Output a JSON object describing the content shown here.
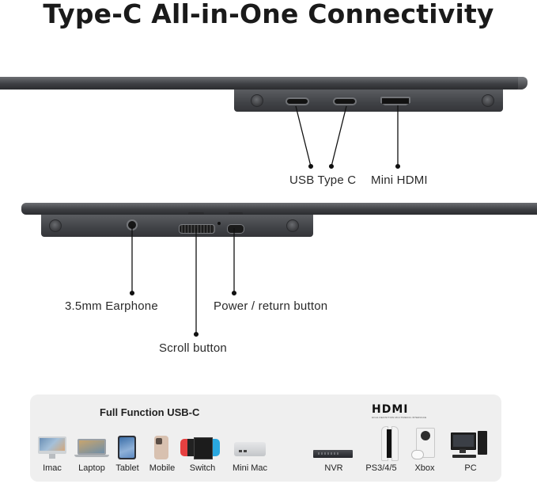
{
  "title": "Type-C All-in-One Connectivity",
  "top_view": {
    "callouts": {
      "usb_type_c": "USB Type C",
      "mini_hdmi": "Mini HDMI"
    }
  },
  "bottom_view": {
    "callouts": {
      "earphone": "3.5mm Earphone",
      "power": "Power / return button",
      "scroll": "Scroll button"
    }
  },
  "compat": {
    "usb_c": {
      "heading": "Full Function USB-C",
      "devices": [
        "Imac",
        "Laptop",
        "Tablet",
        "Mobile",
        "Switch",
        "Mini Mac"
      ]
    },
    "hdmi": {
      "logo": "HDMI",
      "tagline": "HIGH-DEFINITION MULTIMEDIA INTERFACE",
      "devices": [
        "NVR",
        "PS3/4/5",
        "Xbox",
        "PC"
      ]
    }
  },
  "colors": {
    "monitor_body": "#3e4044",
    "panel_bg": "#efefef",
    "text": "#222222"
  },
  "icons": [
    "usb-c-port-icon",
    "mini-hdmi-port-icon",
    "earphone-jack-icon",
    "scroll-wheel-icon",
    "power-button-icon"
  ]
}
